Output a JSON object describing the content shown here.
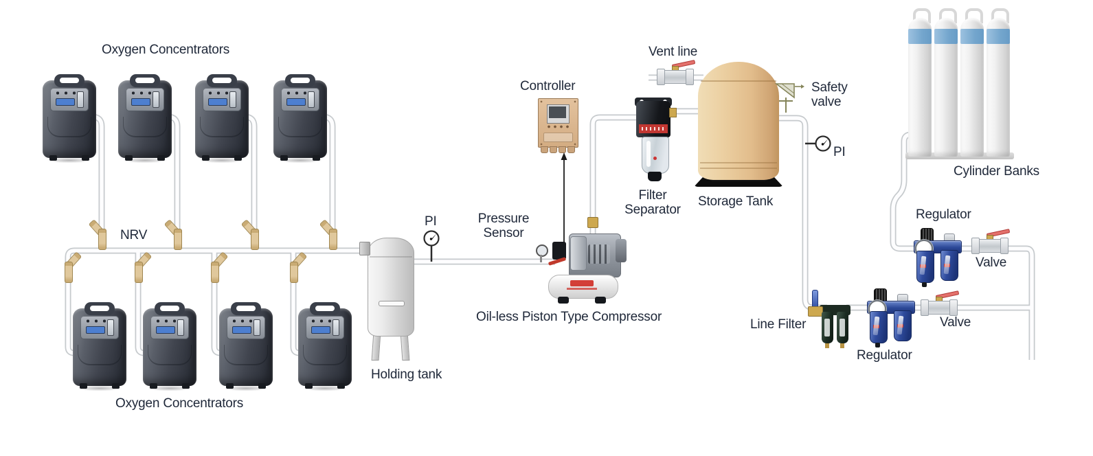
{
  "diagram": {
    "labels": {
      "oxygen_concentrators_top": "Oxygen Concentrators",
      "nrv": "NRV",
      "holding_tank": "Holding tank",
      "pi_left": "PI",
      "pressure_sensor": "Pressure\nSensor",
      "controller": "Controller",
      "compressor": "Oil-less Piston Type Compressor",
      "filter_separator": "Filter\nSeparator",
      "vent_line": "Vent line",
      "storage_tank": "Storage Tank",
      "safety_valve": "Safety\nvalve",
      "pi_right": "PI",
      "line_filter": "Line Filter",
      "regulator_upper": "Regulator",
      "valve_upper": "Valve",
      "regulator_lower": "Regulator",
      "valve_lower": "Valve",
      "cylinder_banks": "Cylinder Banks",
      "oxygen_concentrators_bottom": "Oxygen Concentrators"
    },
    "colors": {
      "label_text": "#20293a",
      "pipe_outline": "#c6cacd",
      "pipe_fill": "#fdfdfe",
      "nrv_tan": "#e0c89c",
      "storage_tank_tan": "#ecd0a2",
      "controller_tan": "#d3ac82",
      "regulator_blue": "#2c4897",
      "valve_lever_red": "#e4716c",
      "cylinder_band_blue": "#74a6cd",
      "line_filter_green": "#1b2c22",
      "concentrator_gray": "#41454f"
    }
  }
}
